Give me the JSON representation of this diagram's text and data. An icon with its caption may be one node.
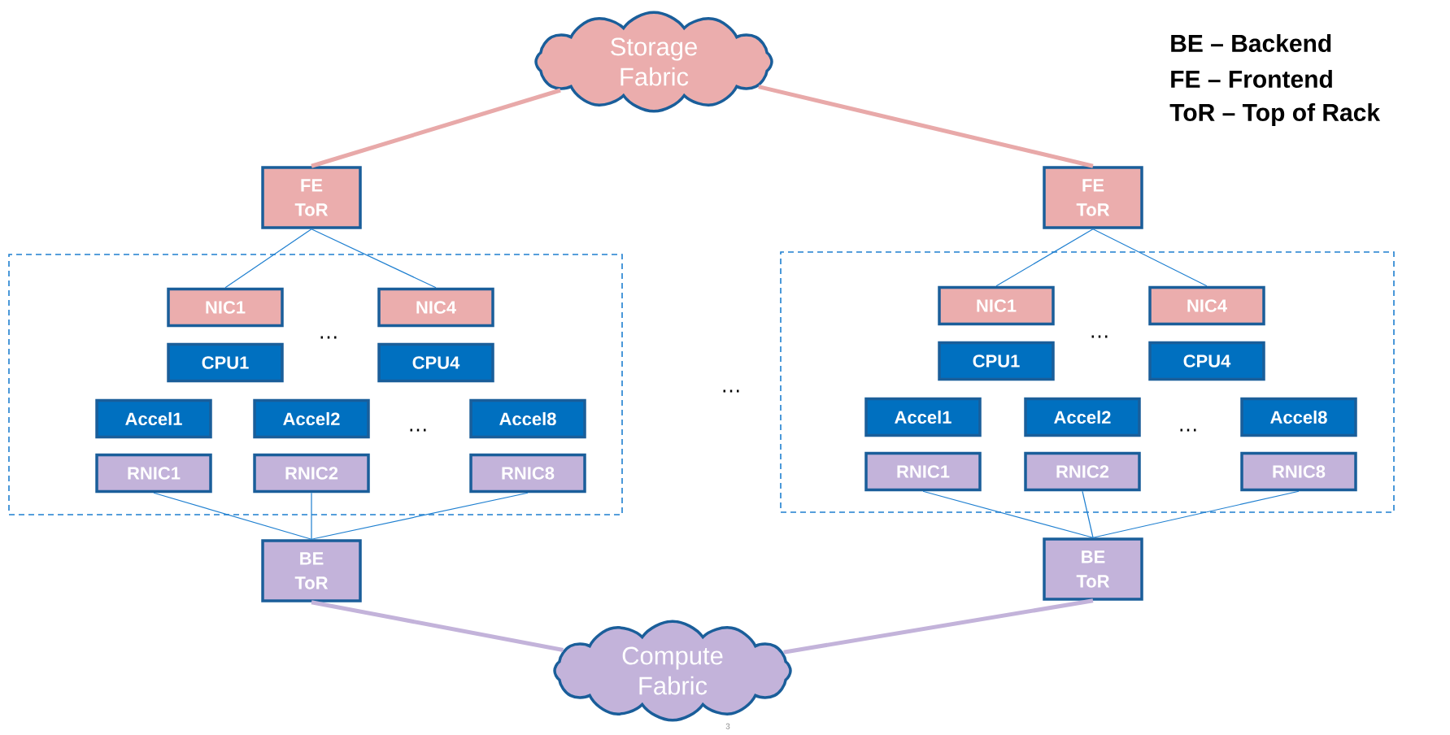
{
  "diagram": {
    "nodes": [
      {
        "text": [
          "Storage Fabric"
        ]
      },
      {
        "text": [
          "FE ToR"
        ]
      },
      {
        "text": [
          "FE ToR"
        ]
      },
      {
        "text": [],
        "shape": "box"
      },
      {
        "text": [
          "NIC1"
        ],
        "in": 3
      },
      {
        "text": [
          "NIC4"
        ],
        "in": 3
      },
      {
        "text": [
          "CPU1"
        ],
        "in": 3
      },
      {
        "text": [
          "CPU4"
        ],
        "in": 3
      },
      {
        "text": [
          "Accel1"
        ],
        "in": 3
      },
      {
        "text": [
          "Accel2"
        ],
        "in": 3
      },
      {
        "text": [
          "Accel8"
        ],
        "in": 3
      },
      {
        "text": [
          "RNIC1"
        ],
        "in": 3
      },
      {
        "text": [
          "RNIC2"
        ],
        "in": 3
      },
      {
        "text": [
          "RNIC8"
        ],
        "in": 3
      },
      {
        "text": [],
        "shape": "box"
      },
      {
        "text": [
          "NIC1"
        ],
        "in": 14
      },
      {
        "text": [
          "NIC4"
        ],
        "in": 14
      },
      {
        "text": [
          "CPU1"
        ],
        "in": 14
      },
      {
        "text": [
          "CPU4"
        ],
        "in": 14
      },
      {
        "text": [
          "Accel1"
        ],
        "in": 14
      },
      {
        "text": [
          "Accel2"
        ],
        "in": 14
      },
      {
        "text": [
          "Accel8"
        ],
        "in": 14
      },
      {
        "text": [
          "RNIC1"
        ],
        "in": 14
      },
      {
        "text": [
          "RNIC2"
        ],
        "in": 14
      },
      {
        "text": [
          "RNIC8"
        ],
        "in": 14
      },
      {
        "text": [
          "BE ToR"
        ]
      },
      {
        "text": [
          "BE ToR"
        ]
      },
      {
        "text": [
          "Compute Fabric"
        ]
      }
    ],
    "edges": [
      {
        "from": 0,
        "to": 1,
        "arrow": "none",
        "style": "thick",
        "color": "#e8a9a9"
      },
      {
        "from": 0,
        "to": 2,
        "arrow": "none",
        "style": "thick",
        "color": "#e8a9a9"
      },
      {
        "from": 1,
        "to": 4,
        "arrow": "none"
      },
      {
        "from": 1,
        "to": 5,
        "arrow": "none"
      },
      {
        "from": 2,
        "to": 15,
        "arrow": "none"
      },
      {
        "from": 2,
        "to": 16,
        "arrow": "none"
      },
      {
        "from": 11,
        "to": 25,
        "arrow": "none"
      },
      {
        "from": 12,
        "to": 25,
        "arrow": "none"
      },
      {
        "from": 13,
        "to": 25,
        "arrow": "none"
      },
      {
        "from": 22,
        "to": 26,
        "arrow": "none"
      },
      {
        "from": 23,
        "to": 26,
        "arrow": "none"
      },
      {
        "from": 24,
        "to": 26,
        "arrow": "none"
      },
      {
        "from": 25,
        "to": 27,
        "arrow": "none",
        "style": "thick",
        "color": "#c3b3da"
      },
      {
        "from": 26,
        "to": 27,
        "arrow": "none",
        "style": "thick",
        "color": "#c3b3da"
      }
    ],
    "labels": [
      "BE – Backend",
      "FE – Frontend",
      "ToR – Top of Rack",
      "…",
      "…",
      "…",
      "…",
      "…",
      "3"
    ]
  }
}
